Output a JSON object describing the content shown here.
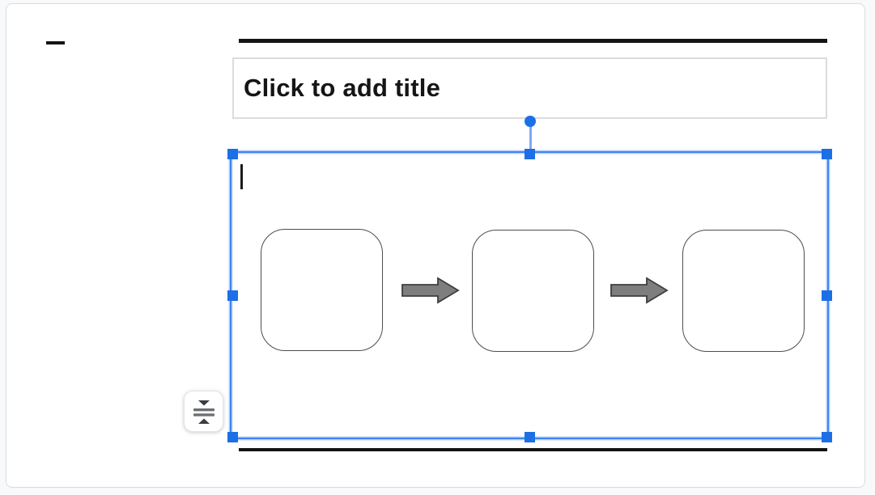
{
  "page": {
    "background_color": "#f8f9fb",
    "description": "Presentation editor slide canvas: empty title placeholder and a selected empty body placeholder containing a three-step process-flow diagram"
  },
  "slide": {
    "background_color": "#ffffff",
    "title_placeholder": {
      "text": "Click to add title",
      "text_color": "#151515"
    },
    "body_placeholder": {
      "text": "",
      "cursor_visible": true
    },
    "decorations": {
      "top_rule_color": "#141414",
      "bottom_rule_color": "#141414",
      "dash_color": "#141414"
    },
    "diagram": {
      "type": "process-flow",
      "steps": [
        {
          "label": ""
        },
        {
          "label": ""
        },
        {
          "label": ""
        }
      ],
      "connector": "right-block-arrow",
      "arrow_count": 2,
      "arrow_fill": "#7e7e7e",
      "arrow_outline": "#3e3e3e",
      "box_fill": "#ffffff",
      "box_outline": "#4d4d4d"
    }
  },
  "selection": {
    "border_color": "#4083ef",
    "border_halo_color": "#b7d0fb",
    "handle_color": "#1c6fe4",
    "handles": [
      "top-left",
      "top-center",
      "top-right",
      "middle-left",
      "middle-right",
      "bottom-left",
      "bottom-center",
      "bottom-right"
    ],
    "rotation_handle": true
  },
  "autofit_button": {
    "icon": "autofit-text-icon",
    "triangle_color": "#3a3d42",
    "bar_color": "#6b6e73"
  }
}
